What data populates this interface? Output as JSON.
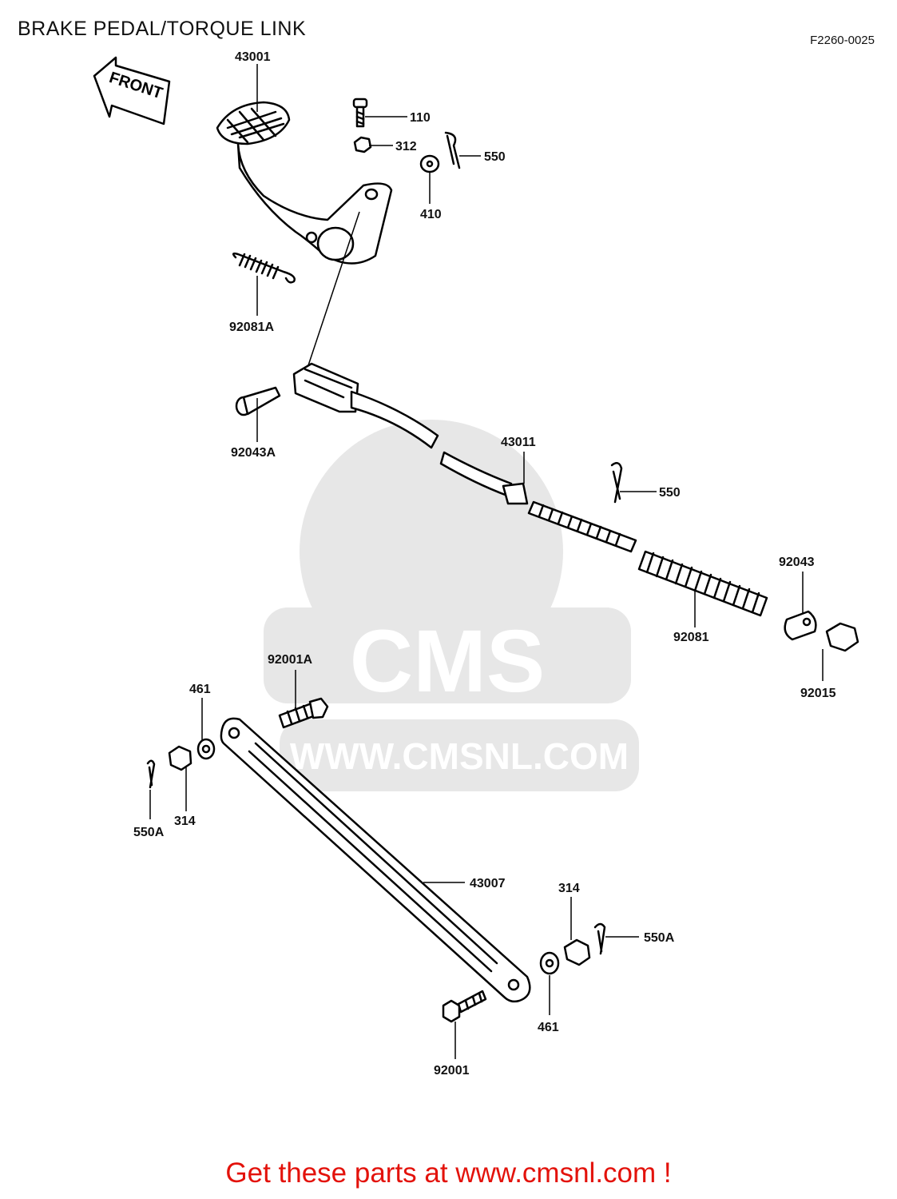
{
  "header": {
    "title": "BRAKE PEDAL/TORQUE LINK",
    "figure_code": "F2260-0025"
  },
  "front_marker": "FRONT",
  "watermark": {
    "brand": "CMS",
    "url": "WWW.CMSNL.COM"
  },
  "parts": {
    "p43001": "43001",
    "p110": "110",
    "p312": "312",
    "p550_top": "550",
    "p410": "410",
    "p92081A": "92081A",
    "p92043A": "92043A",
    "p43011": "43011",
    "p550_mid": "550",
    "p92043": "92043",
    "p92081": "92081",
    "p92015": "92015",
    "p92001A": "92001A",
    "p461_left": "461",
    "p314_left": "314",
    "p550A_left": "550A",
    "p43007": "43007",
    "p314_right": "314",
    "p550A_right": "550A",
    "p461_right": "461",
    "p92001": "92001"
  },
  "footer": {
    "text": "Get these parts at www.cmsnl.com !",
    "color": "#e3120b"
  }
}
